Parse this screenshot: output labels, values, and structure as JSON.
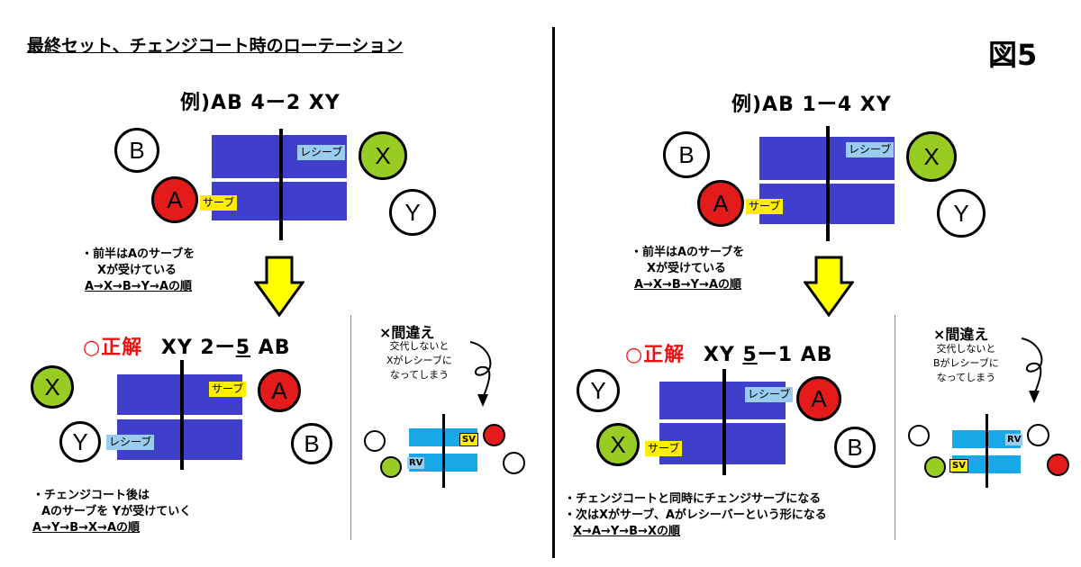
{
  "title": "最終セット、チェンジコート時のローテーション",
  "figure_label": "図5",
  "left": {
    "example": "例)AB 4ー2 XY",
    "players_top": {
      "b": "B",
      "a": "A",
      "x": "X",
      "y": "Y"
    },
    "serve_tag": "サーブ",
    "receive_tag": "レシーブ",
    "note_lines": [
      "・前半はAのサーブを",
      "Xが受けている",
      "A→X→B→Y→Aの順"
    ],
    "correct_mark": "○正解",
    "correct_prefix": "XY 2ー",
    "correct_under": "5",
    "correct_suffix": " AB",
    "players_bottom": {
      "x": "X",
      "y": "Y",
      "a": "A",
      "b": "B"
    },
    "serve_tag_bottom": "サーブ",
    "receive_tag_bottom": "レシーブ",
    "after_lines": [
      "・チェンジコート後は",
      "Aのサーブを Yが受けていく",
      "A→Y→B→X→Aの順"
    ],
    "wrong_title": "×間違え",
    "wrong_lines": [
      "交代しないと",
      "Xがレシーブに",
      "なってしまう"
    ],
    "mini_sv": "SV",
    "mini_rv": "RV"
  },
  "right": {
    "example": "例)AB 1ー4 XY",
    "players_top": {
      "b": "B",
      "a": "A",
      "x": "X",
      "y": "Y"
    },
    "serve_tag": "サーブ",
    "receive_tag": "レシーブ",
    "note_lines": [
      "・前半はAのサーブを",
      "Xが受けている",
      "A→X→B→Y→Aの順"
    ],
    "correct_mark": "○正解",
    "correct_prefix": "XY ",
    "correct_under": "5",
    "correct_suffix": "ー1 AB",
    "players_bottom": {
      "y": "Y",
      "x": "X",
      "a": "A",
      "b": "B"
    },
    "serve_tag_bottom": "サーブ",
    "receive_tag_bottom": "レシーブ",
    "after_lines": [
      "・チェンジコートと同時にチェンジサーブになる",
      "・次はXがサーブ、Aがレシーバーという形になる",
      "X→A→Y→B→Xの順"
    ],
    "wrong_title": "×間違え",
    "wrong_lines": [
      "交代しないと",
      "Bがレシーブに",
      "なってしまう"
    ],
    "mini_sv": "SV",
    "mini_rv": "RV"
  },
  "colors": {
    "court": "#3f3fcc",
    "mini_court": "#18a8e8",
    "serve": "#ffee00",
    "receive": "#99ccee",
    "red": "#e41b1b",
    "green": "#99cc22",
    "arrow": "#ffff00"
  }
}
